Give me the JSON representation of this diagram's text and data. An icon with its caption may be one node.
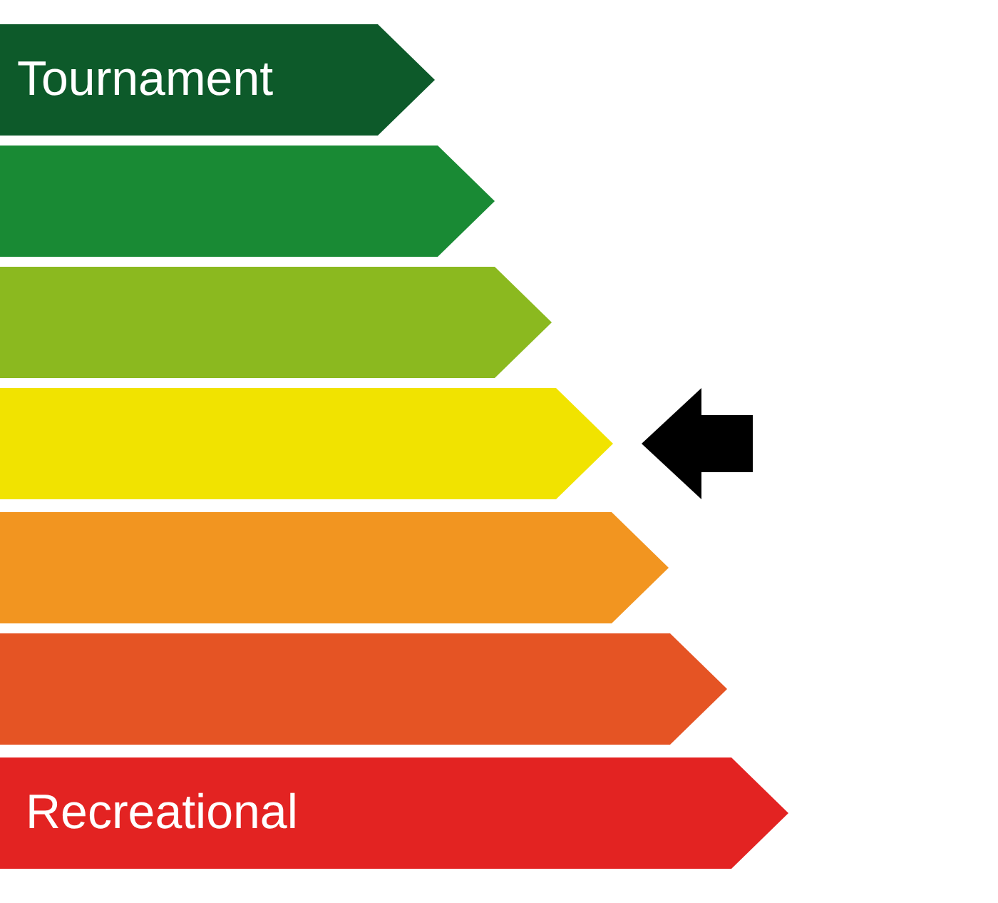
{
  "diagram": {
    "nodes": [
      {
        "text": [
          "Tournament"
        ]
      },
      {
        "text": [],
        "shape": "bar"
      },
      {
        "text": [],
        "shape": "bar"
      },
      {
        "text": [],
        "shape": "bar"
      },
      {
        "text": [],
        "shape": "bar"
      },
      {
        "text": [],
        "shape": "bar"
      },
      {
        "text": [
          "Recreational"
        ]
      }
    ],
    "edges": [
      {
        "from": null,
        "to": 3,
        "arrow": "to"
      }
    ]
  }
}
